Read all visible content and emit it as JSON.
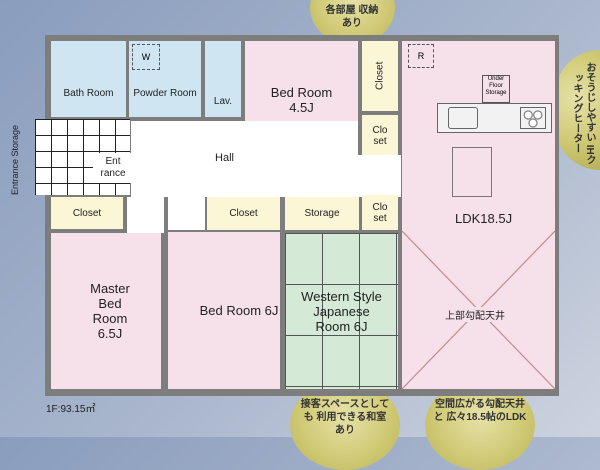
{
  "callouts": {
    "top": "各部屋 収納あり",
    "right": "おそうじしやすい IHクッキングヒーター",
    "bottom_left": "接客スペースとしても 利用できる和室あり",
    "bottom_right": "空間広がる勾配天井と 広々18.5帖のLDK"
  },
  "labels": {
    "entrance_storage": "Entrance Storage",
    "area": "1F:93.15㎡"
  },
  "rooms": {
    "bath": "Bath Room",
    "powder": "Powder Room",
    "washer": "W",
    "lav": "Lav.",
    "bed_45": "Bed Room 4.5J",
    "closet_top": "Closet",
    "closet_small_top": "Clo set",
    "fridge": "R",
    "under_floor": "Under Floor Storage",
    "hall": "Hall",
    "entrance": "Ent rance",
    "ldk": "LDK18.5J",
    "closet_master": "Closet",
    "master": "Master Bed Room 6.5J",
    "closet_bed6": "Closet",
    "bed_6": "Bed Room 6J",
    "storage": "Storage",
    "closet_small_mid": "Clo set",
    "japanese": "Western Style Japanese Room 6J",
    "vaulted": "上部勾配天井"
  }
}
